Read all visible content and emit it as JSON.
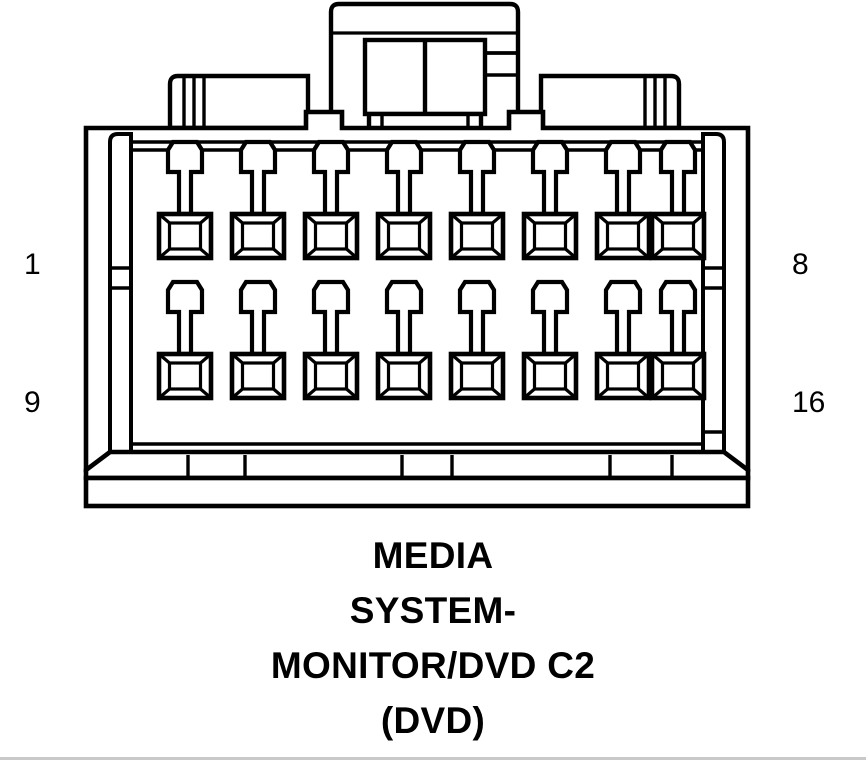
{
  "diagram": {
    "type": "automotive-connector-pinout",
    "title_lines": [
      "MEDIA",
      "SYSTEM-",
      "MONITOR/DVD C2",
      "(DVD)"
    ],
    "title_full": "MEDIA SYSTEM-MONITOR/DVD C2 (DVD)",
    "cavity_count": 16,
    "rows": 2,
    "columns": 8,
    "view": "terminal face view",
    "colors": {
      "outline": "#000000",
      "background": "#ffffff",
      "rule": "#c9c9c9"
    },
    "pin_labels": {
      "top_left": "1",
      "top_right": "8",
      "bottom_left": "9",
      "bottom_right": "16"
    },
    "features": {
      "center_latch": "locking tab at top center",
      "side_wings": "two rectangular shoulder tabs with three ribs each",
      "base_flange": "trapezoidal skirt with six rib tick marks",
      "cavity_shape": "mushroom keyway over beveled rectangular socket"
    }
  }
}
